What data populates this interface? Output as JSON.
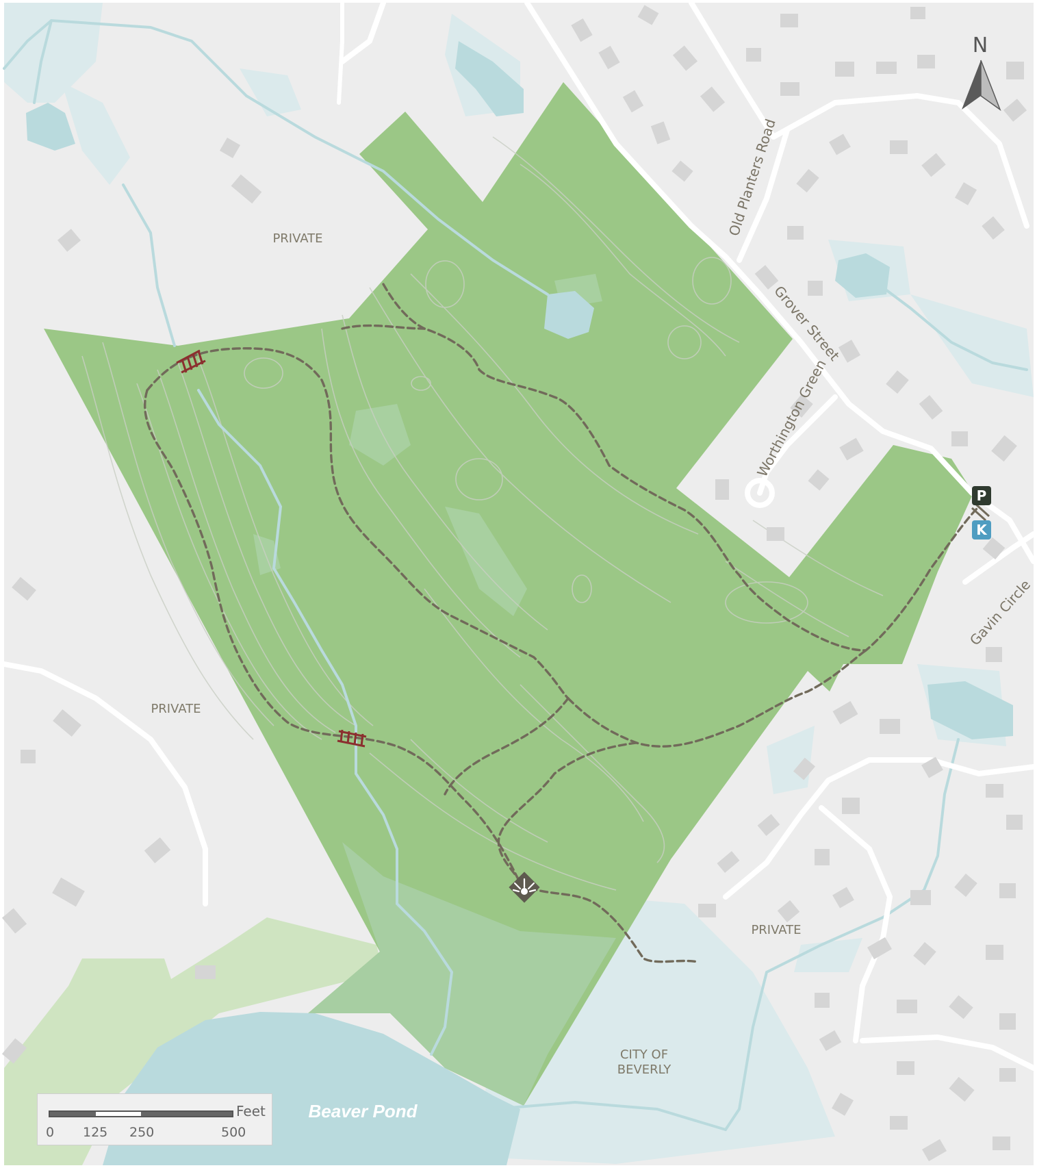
{
  "map": {
    "labels": {
      "private_nw": "PRIVATE",
      "private_w": "PRIVATE",
      "private_se": "PRIVATE",
      "city_line1": "CITY OF",
      "city_line2": "BEVERLY",
      "beaver_pond": "Beaver Pond"
    },
    "streets": {
      "old_planters": "Old Planters Road",
      "grover": "Grover Street",
      "worthington": "Worthington Green",
      "gavin": "Gavin Circle"
    },
    "markers": {
      "parking": "P",
      "kiosk": "K"
    },
    "compass": {
      "letter": "N"
    },
    "scale": {
      "unit": "Feet",
      "ticks": [
        "0",
        "125",
        "250",
        "500"
      ]
    },
    "colors": {
      "land": "#ededed",
      "park": "#9bc786",
      "water": "#b9dadd",
      "wetland": "#dbeaec",
      "trail": "#716a5a",
      "bridge": "#8b2f2f",
      "parking_bg": "#2f3a2f",
      "kiosk_bg": "#4f9dc1"
    }
  }
}
